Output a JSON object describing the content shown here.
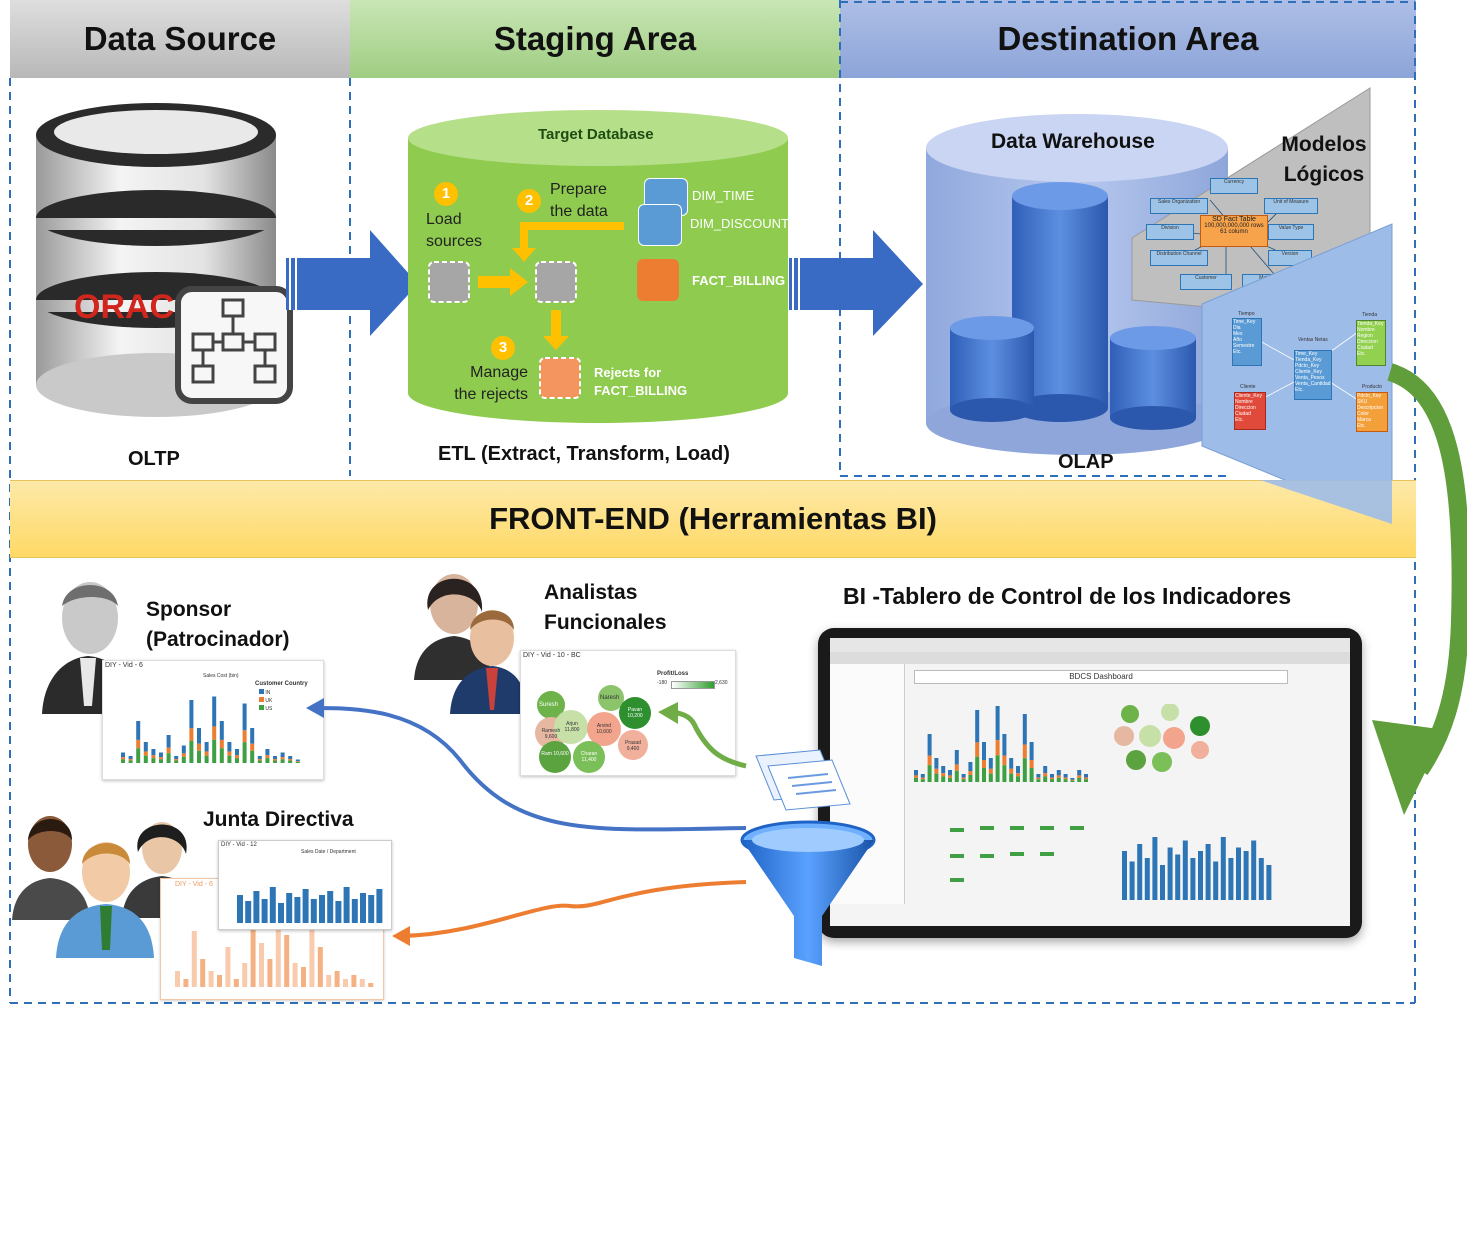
{
  "headers": {
    "data_source": "Data Source",
    "staging": "Staging Area",
    "destination": "Destination Area",
    "frontend": "FRONT-END (Herramientas BI)"
  },
  "source": {
    "logo": "ORAC",
    "caption": "OLTP"
  },
  "staging": {
    "db_title": "Target Database",
    "step1_num": "1",
    "step1": [
      "Load",
      "sources"
    ],
    "step2_num": "2",
    "step2": [
      "Prepare",
      "the data"
    ],
    "step3_num": "3",
    "step3": [
      "Manage",
      "the rejects"
    ],
    "dim_time": "DIM_TIME",
    "dim_discount": "DIM_DISCOUNT",
    "fact_billing": "FACT_BILLING",
    "rejects": [
      "Rejects for",
      "FACT_BILLING"
    ],
    "caption": "ETL (Extract, Transform, Load)"
  },
  "destination": {
    "dw_title": "Data Warehouse",
    "models_title": [
      "Modelos",
      "Lógicos"
    ],
    "caption": "OLAP",
    "snowflake": {
      "center": [
        "SD Fact Table",
        "100,000,000,000 rows",
        "61 column"
      ],
      "nodes": [
        "Currency",
        "Sales Organization",
        "Unit of Measure",
        "Division",
        "Value Type",
        "Distribution Channel",
        "Version",
        "Customer",
        "Material"
      ]
    },
    "star": {
      "center": [
        "Ventas Netas",
        "Time_Key",
        "Tienda_Key",
        "Pdcto_Key",
        "Cliente_Key",
        "Venta_Pesos",
        "Venta_Cantidad",
        "Etc."
      ],
      "tiempo": [
        "Tiempo",
        "Time_Key",
        "Dia",
        "Mes",
        "Año",
        "Semestre",
        "Etc."
      ],
      "tienda": [
        "Tienda",
        "Tienda_Key",
        "Nombre",
        "Region",
        "Direccion",
        "Ciudad",
        "Etc."
      ],
      "cliente": [
        "Cliente",
        "Cliente_Key",
        "Nombre",
        "Direccion",
        "Ciudad",
        "Etc."
      ],
      "producto": [
        "Producto",
        "Pdcto_Key",
        "SKU",
        "Descripcion",
        "Color",
        "Marca",
        "Etc."
      ]
    }
  },
  "frontend": {
    "sponsor": [
      "Sponsor",
      "(Patrocinador)"
    ],
    "analistas": [
      "Analistas",
      "Funcionales"
    ],
    "junta": "Junta Directiva",
    "dashboard_title": "BI -Tablero de Control de los Indicadores",
    "dashboard_name": "BDCS Dashboard",
    "thumb1_title": "DIY - Vid - 6",
    "thumb1_sub": "Sales Cost (bin)",
    "thumb1_legend": "Customer Country",
    "thumb1_legend_items": [
      "IN",
      "UK",
      "US"
    ],
    "thumb2_title": "DIY - Vid - 10 - BC",
    "thumb2_legend": "Profit/Loss",
    "thumb2_range": [
      "-180",
      "2,630"
    ],
    "bubbles": [
      "Suresh",
      "Naresh",
      "Ramesh 9,600",
      "Arjun 11,800",
      "Arvind 10,600",
      "Pavan 10,200",
      "Prasad 9,400",
      "Ram 10,600",
      "Charan 11,400"
    ],
    "thumb3_title": "DIY - Vid - 12",
    "thumb3_sub": "Sales Date / Department",
    "thumb4_title": "DIY - Vid - 6"
  },
  "colors": {
    "gray_header": "#c8c8c8",
    "green_header": "#a9d18e",
    "blue_header": "#8faadc",
    "frontend": "#ffd966",
    "arrow_blue": "#3f6fc6",
    "etl_green": "#92d050",
    "orange": "#ed7d31",
    "amber": "#ffc000"
  }
}
